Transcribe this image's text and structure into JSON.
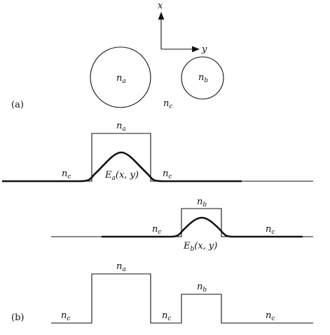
{
  "axes": {
    "x_label": "x",
    "y_label": "y"
  },
  "part_a": {
    "panel_label": "(a)",
    "core_a_label": "n",
    "core_a_sub": "a",
    "core_b_label": "n",
    "core_b_sub": "b",
    "cladding_label": "n",
    "cladding_sub": "c"
  },
  "profile_a": {
    "top_label": "n",
    "top_sub": "a",
    "left_label": "n",
    "left_sub": "c",
    "right_label": "n",
    "right_sub": "c",
    "field_label": "E",
    "field_sub": "a",
    "field_args": "(x, y)"
  },
  "profile_b": {
    "top_label": "n",
    "top_sub": "b",
    "left_label": "n",
    "left_sub": "c",
    "right_label": "n",
    "right_sub": "c",
    "field_label": "E",
    "field_sub": "b",
    "field_args": "(x, y)"
  },
  "part_b": {
    "panel_label": "(b)",
    "a_label": "n",
    "a_sub": "a",
    "b_label": "n",
    "b_sub": "b",
    "c1_label": "n",
    "c1_sub": "c",
    "c2_label": "n",
    "c2_sub": "c",
    "c3_label": "n",
    "c3_sub": "c"
  }
}
